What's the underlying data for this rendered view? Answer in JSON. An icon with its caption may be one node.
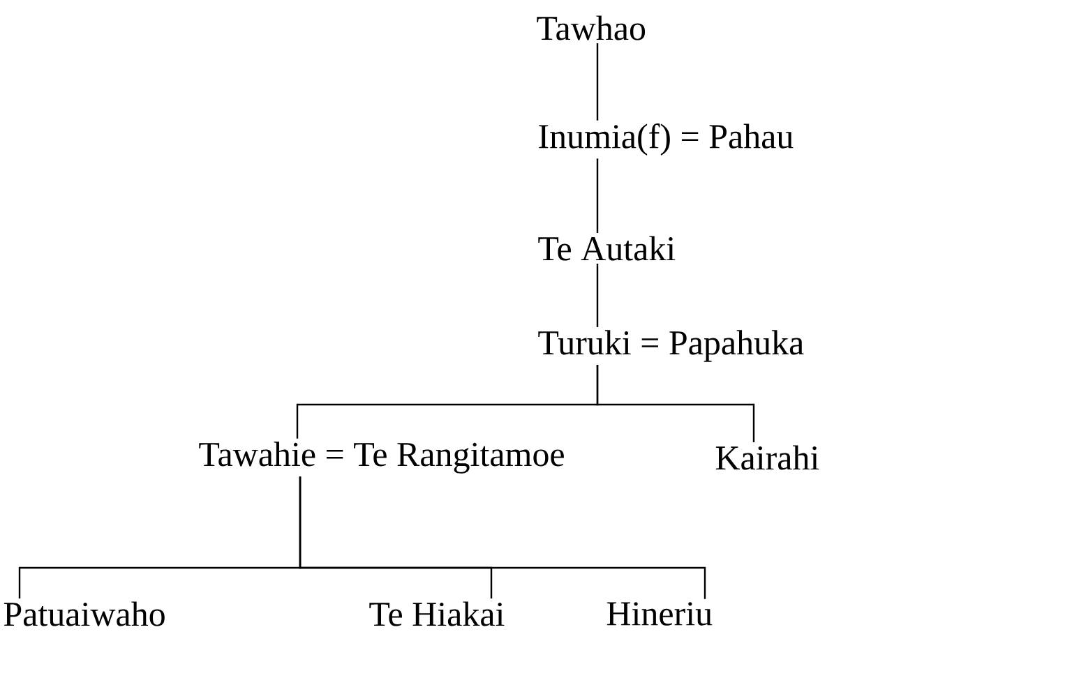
{
  "diagram": {
    "nodes": [
      {
        "text": [
          "Tawhao"
        ]
      },
      {
        "text": [
          "Inumia(f) = Pahau"
        ]
      },
      {
        "text": [
          "Te Autaki"
        ]
      },
      {
        "text": [
          "Turuki = Papahuka"
        ]
      },
      {
        "text": [
          "Tawahie = Te Rangitamoe"
        ]
      },
      {
        "text": [
          "Kairahi"
        ]
      },
      {
        "text": [
          "Patuaiwaho"
        ]
      },
      {
        "text": [
          "Te Hiakai"
        ]
      },
      {
        "text": [
          "Hineriu"
        ]
      }
    ],
    "edges": [
      {
        "from": 0,
        "to": 1,
        "arrow": "none"
      },
      {
        "from": 1,
        "to": 2,
        "arrow": "none"
      },
      {
        "from": 2,
        "to": 3,
        "arrow": "none"
      },
      {
        "from": 3,
        "to": 4,
        "arrow": "none"
      },
      {
        "from": 3,
        "to": 5,
        "arrow": "none"
      },
      {
        "from": 4,
        "to": 6,
        "arrow": "none"
      },
      {
        "from": 4,
        "to": 7,
        "arrow": "none"
      },
      {
        "from": 4,
        "to": 8,
        "arrow": "none"
      }
    ]
  }
}
